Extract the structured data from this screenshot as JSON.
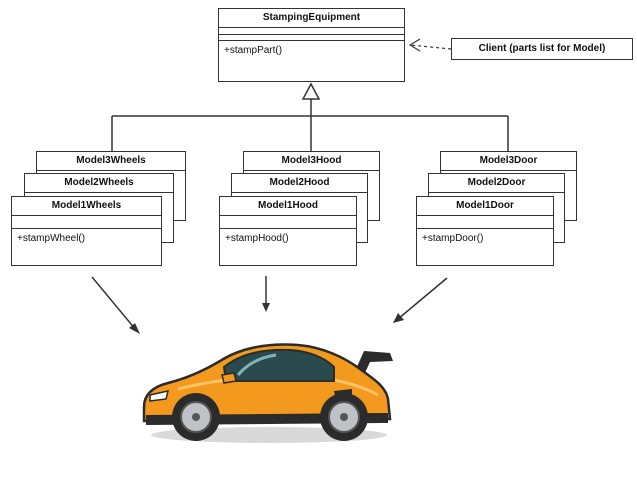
{
  "base_class": {
    "name": "StampingEquipment",
    "operation": "+stampPart()"
  },
  "client": {
    "label": "Client (parts list for Model)"
  },
  "groups": [
    {
      "back": "Model3Wheels",
      "middle": "Model2Wheels",
      "front": "Model1Wheels",
      "operation": "+stampWheel()"
    },
    {
      "back": "Model3Hood",
      "middle": "Model2Hood",
      "front": "Model1Hood",
      "operation": "+stampHood()"
    },
    {
      "back": "Model3Door",
      "middle": "Model2Door",
      "front": "Model1Door",
      "operation": "+stampDoor()"
    }
  ],
  "colors": {
    "line": "#333333",
    "car_body": "#f39a1e",
    "car_dark": "#2b2b2b"
  },
  "car_icon": "sports-car-illustration"
}
